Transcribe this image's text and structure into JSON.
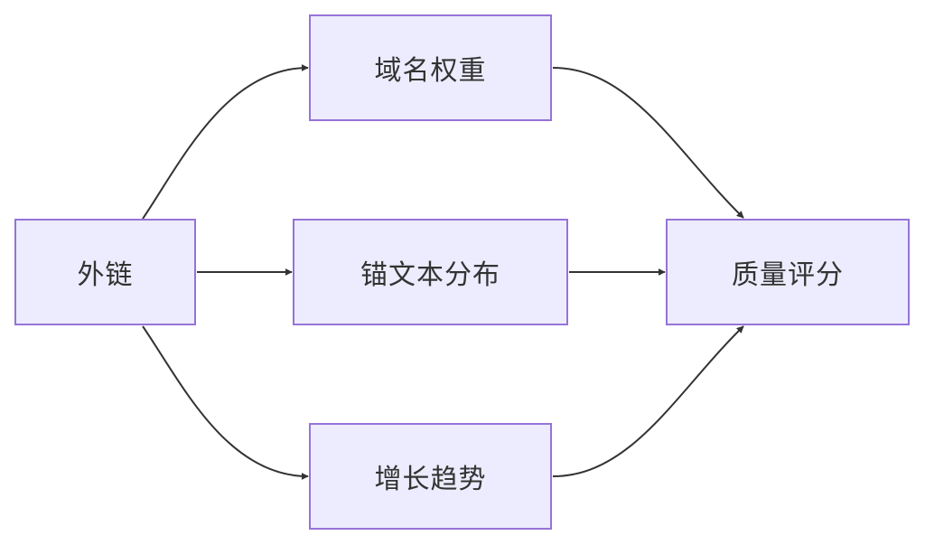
{
  "nodes": {
    "external_links": "外链",
    "domain_weight": "域名权重",
    "anchor_text": "锚文本分布",
    "growth_trend": "增长趋势",
    "quality_score": "质量评分"
  },
  "edges": [
    {
      "from": "external_links",
      "to": "domain_weight"
    },
    {
      "from": "external_links",
      "to": "anchor_text"
    },
    {
      "from": "external_links",
      "to": "growth_trend"
    },
    {
      "from": "domain_weight",
      "to": "quality_score"
    },
    {
      "from": "anchor_text",
      "to": "quality_score"
    },
    {
      "from": "growth_trend",
      "to": "quality_score"
    }
  ],
  "colors": {
    "node_fill": "#ececfe",
    "node_border": "#9673d8",
    "edge": "#333333",
    "text": "#333333"
  }
}
